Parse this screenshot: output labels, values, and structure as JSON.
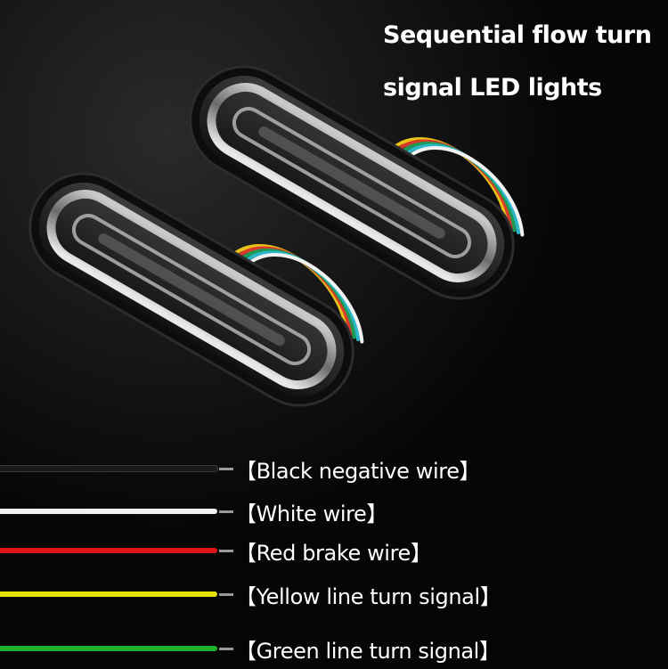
{
  "title": {
    "line1": "Sequential flow turn",
    "line2": "signal LED lights"
  },
  "legend": [
    {
      "label": "【Black negative wire】",
      "color": "#1a1a1a"
    },
    {
      "label": "【White wire】",
      "color": "#f2f2f2"
    },
    {
      "label": "【Red brake wire】",
      "color": "#e01414"
    },
    {
      "label": "【Yellow line turn signal】",
      "color": "#e6e200"
    },
    {
      "label": "【Green line turn signal】",
      "color": "#1fb52a"
    }
  ],
  "wire_colors": [
    "#e9c21a",
    "#d83a2a",
    "#1f9a55",
    "#2bb7c9",
    "#f2f2f2"
  ]
}
